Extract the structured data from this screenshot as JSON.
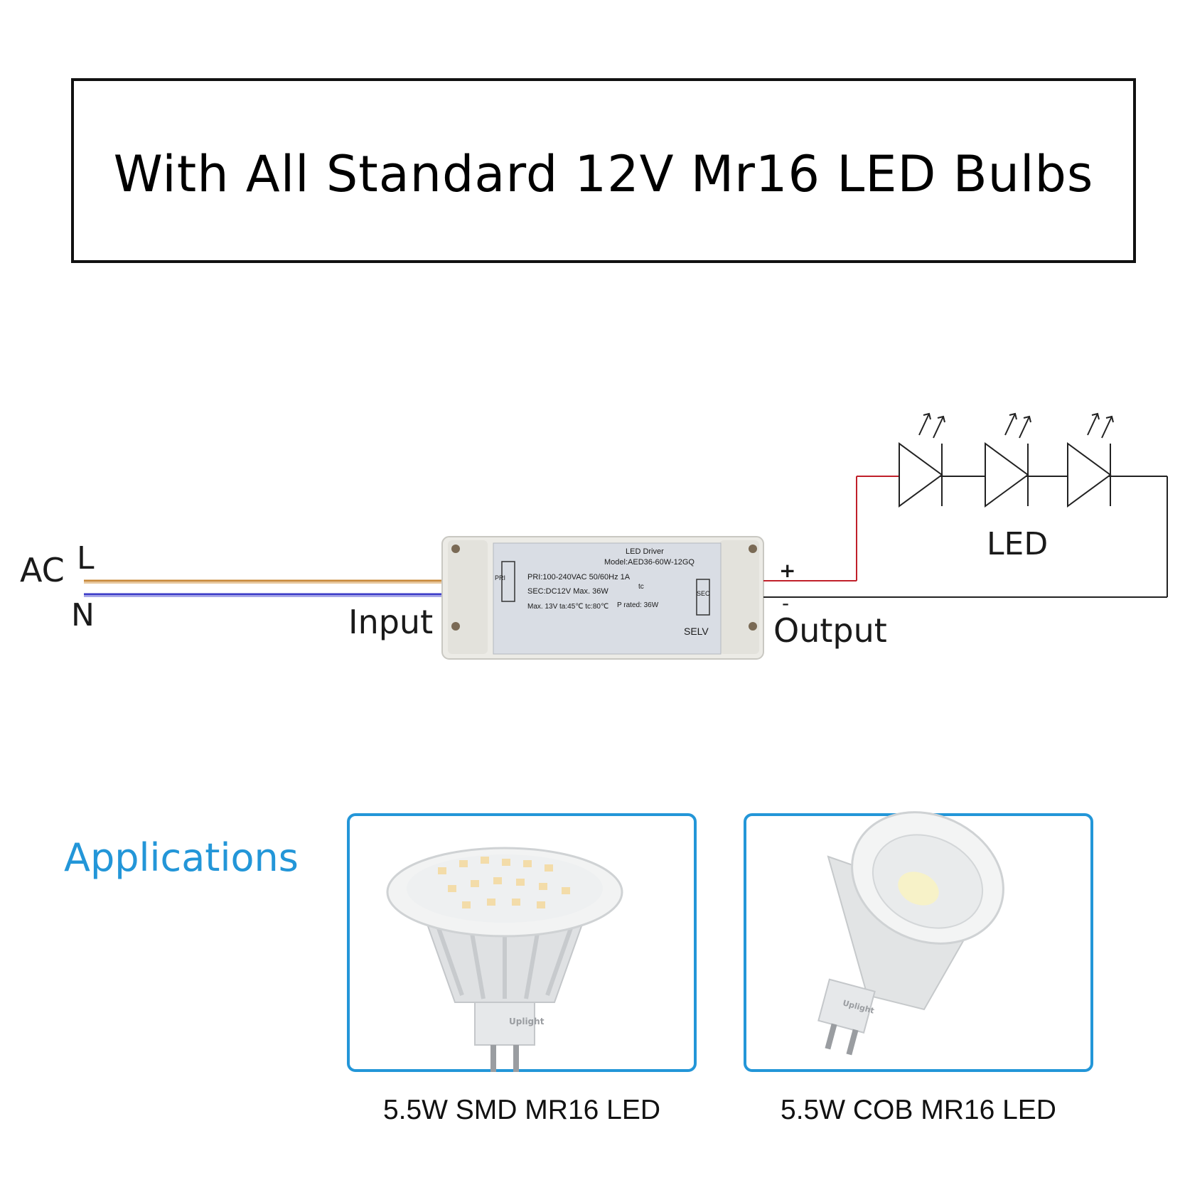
{
  "headline": "With All Standard 12V Mr16 LED Bulbs",
  "wiring": {
    "ac_label": "AC",
    "l_label": "L",
    "n_label": "N",
    "input_label": "Input",
    "output_label": "Output",
    "plus_label": "+",
    "minus_label": "-",
    "led_label": "LED"
  },
  "driver_label": {
    "title": "LED Driver",
    "model": "Model:AED36-60W-12GQ",
    "pri": "PRI:100-240VAC  50/60Hz  1A",
    "sec": "SEC:DC12V  Max. 36W",
    "max": "Max. 13V ta:45℃  tc:80℃",
    "rated": "P rated: 36W",
    "tc": "tc",
    "selv": "SELV",
    "left_terminal": "PRI",
    "right_terminal": "SEC"
  },
  "applications": {
    "heading": "Applications",
    "items": [
      {
        "caption": "5.5W SMD MR16 LED",
        "brand": "Uplight"
      },
      {
        "caption": "5.5W COB MR16 LED",
        "brand": "Uplight"
      }
    ]
  },
  "colors": {
    "live_wire": "#c8893a",
    "neutral_wire": "#3c3cc8",
    "positive_wire": "#c0202a",
    "accent": "#2396d8"
  }
}
